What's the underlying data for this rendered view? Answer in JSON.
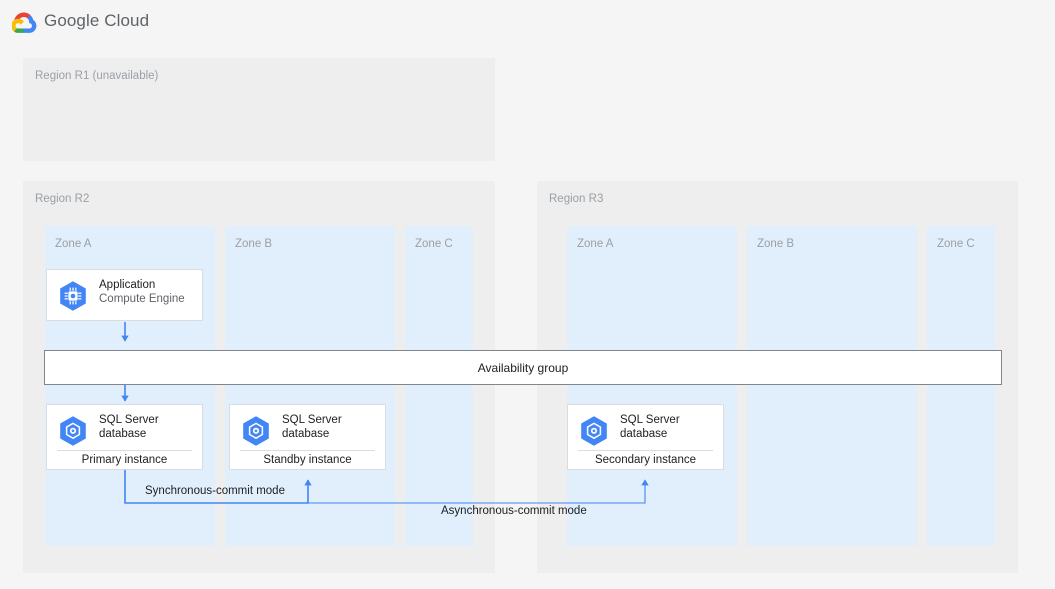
{
  "header": {
    "logo_name": "google-cloud-logo",
    "title": "Google Cloud"
  },
  "colors": {
    "page_background": "#f5f5f5",
    "region_background": "#eeeeee",
    "zone_background": "#e1eefb",
    "card_background": "#ffffff",
    "card_border": "#dadce0",
    "connector_blue": "#4285f4",
    "icon_blue": "#4285f4",
    "muted_text": "#9aa0a6",
    "body_text": "#202124"
  },
  "regions": [
    {
      "id": "r1",
      "label": "Region R1 (unavailable)",
      "zones": []
    },
    {
      "id": "r2",
      "label": "Region R2",
      "zones": [
        {
          "id": "r2-zone-a",
          "label": "Zone A"
        },
        {
          "id": "r2-zone-b",
          "label": "Zone B"
        },
        {
          "id": "r2-zone-c",
          "label": "Zone C"
        }
      ]
    },
    {
      "id": "r3",
      "label": "Region R3",
      "zones": [
        {
          "id": "r3-zone-a",
          "label": "Zone A"
        },
        {
          "id": "r3-zone-b",
          "label": "Zone B"
        },
        {
          "id": "r3-zone-c",
          "label": "Zone C"
        }
      ]
    }
  ],
  "cards": {
    "application": {
      "icon_name": "compute-engine-icon",
      "title": "Application",
      "subtitle": "Compute Engine"
    },
    "primary_db": {
      "icon_name": "sql-server-database-icon",
      "title": "SQL Server\ndatabase",
      "footer": "Primary instance"
    },
    "standby_db": {
      "icon_name": "sql-server-database-icon",
      "title": "SQL Server\ndatabase",
      "footer": "Standby instance"
    },
    "secondary_db": {
      "icon_name": "sql-server-database-icon",
      "title": "SQL Server\ndatabase",
      "footer": "Secondary instance"
    }
  },
  "availability_group": {
    "label": "Availability group"
  },
  "connectors": {
    "synchronous_label": "Synchronous-commit mode",
    "asynchronous_label": "Asynchronous-commit mode"
  }
}
